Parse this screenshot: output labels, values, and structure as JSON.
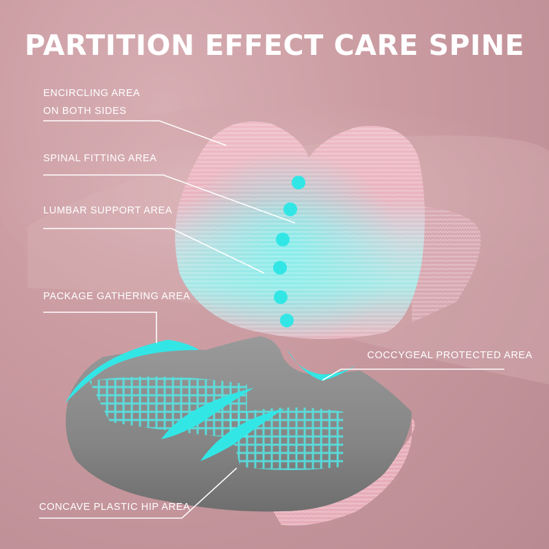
{
  "title": "PARTITION EFFECT CARE SPINE",
  "labels": {
    "encircling_line1": "ENCIRCLING AREA",
    "encircling_line2": "ON BOTH SIDES",
    "spinal_fitting": "SPINAL FITTING AREA",
    "lumbar_support": "LUMBAR SUPPORT AREA",
    "package_gathering": "PACKAGE GATHERING AREA",
    "coccygeal_protected": "COCCYGEAL PROTECTED AREA",
    "concave_hip": "CONCAVE PLASTIC HIP AREA"
  },
  "colors": {
    "background": "#c99aa0",
    "pillow_pink": "#e9b6c0",
    "accent_cyan": "#33e6e6",
    "cushion_gray": "#8c8c8c",
    "text": "#ffffff"
  }
}
